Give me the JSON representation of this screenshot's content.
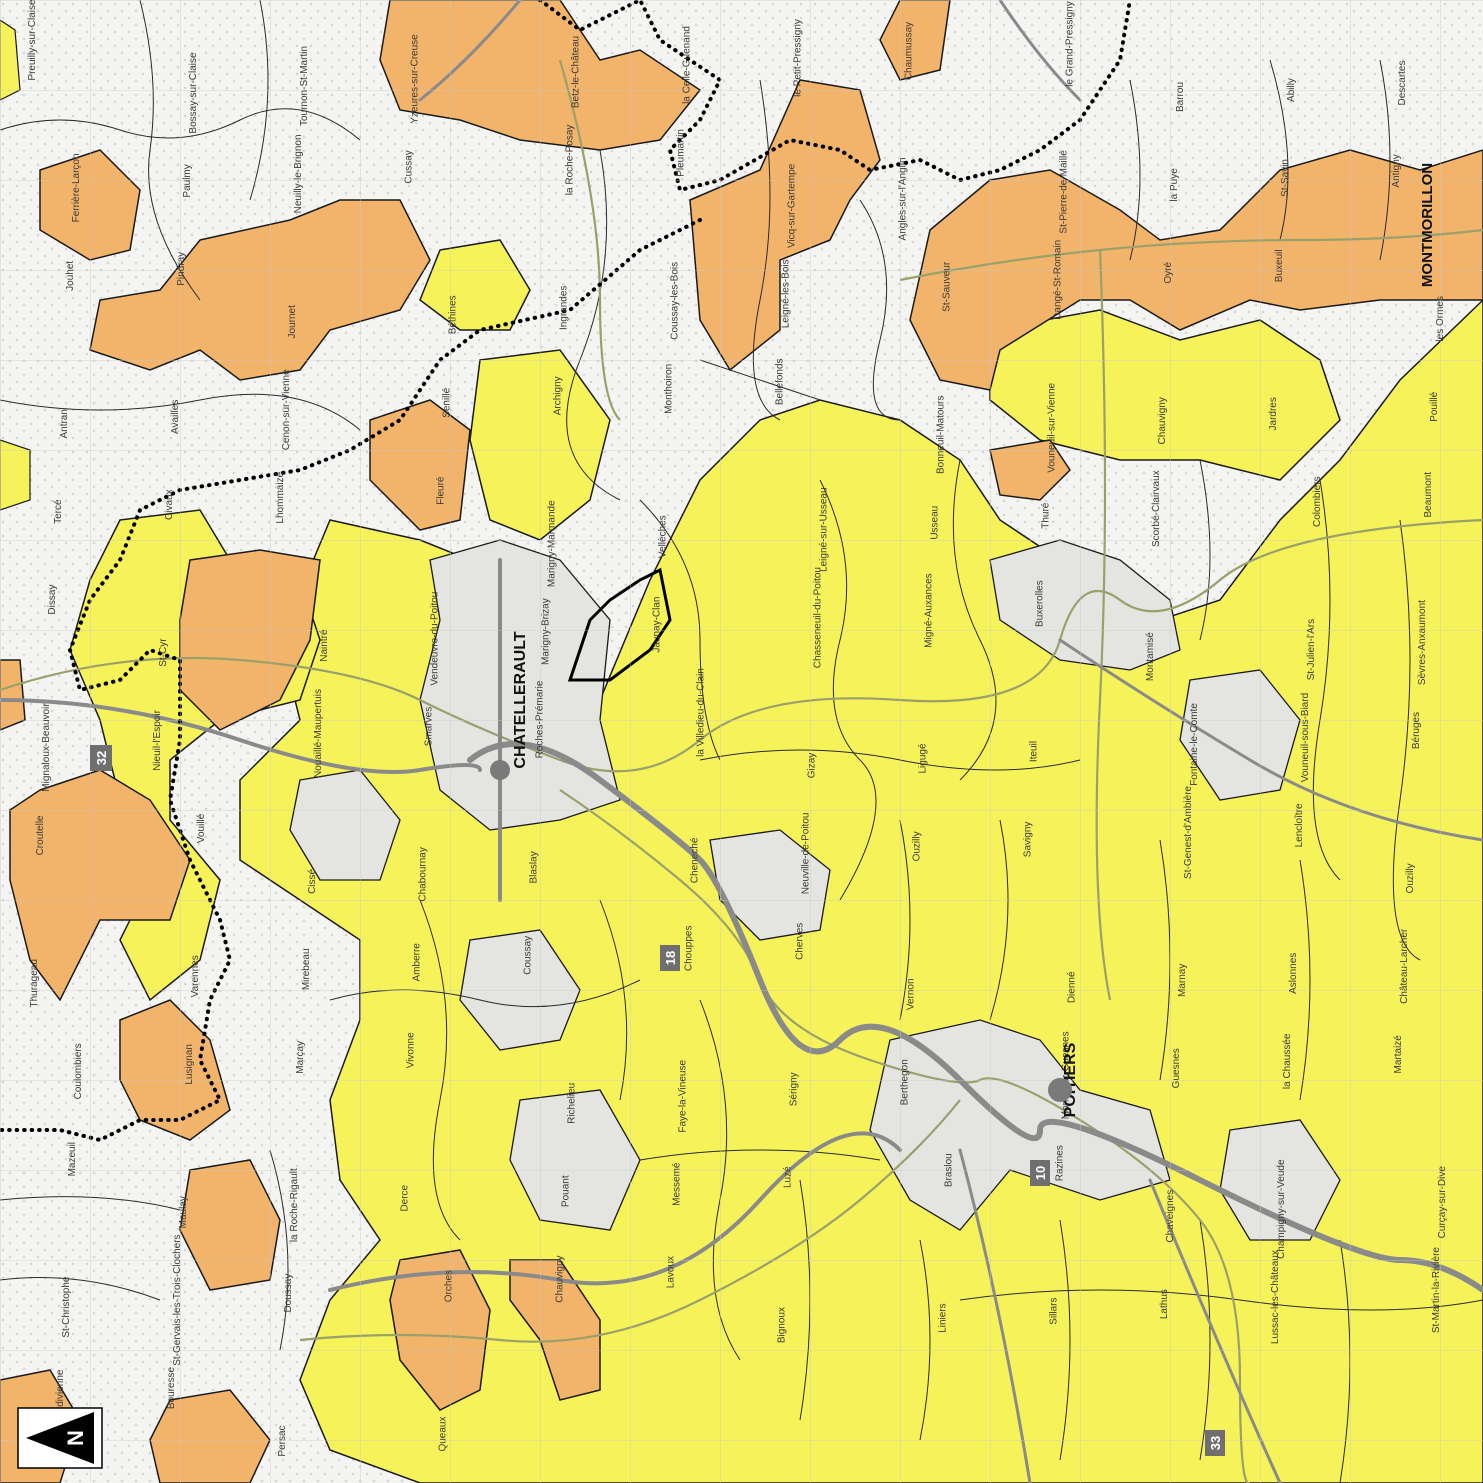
{
  "colors": {
    "background": "#f4f4f2",
    "yellow": "#f6f25a",
    "orange": "#f1b46a",
    "grey": "#dcdcdc",
    "border": "#1a1a1a",
    "road": "#8a8a8a",
    "river": "#9aa06a",
    "boundary": "#000000"
  },
  "north_arrow": {
    "symbol": "N"
  },
  "cities": [
    {
      "id": "chatellerault",
      "name": "CHATELLERAULT"
    },
    {
      "id": "poitiers",
      "name": "POITIERS"
    },
    {
      "id": "montmorillon",
      "name": "MONTMORILLON"
    }
  ],
  "road_numbers": [
    {
      "id": "r32",
      "label": "32"
    },
    {
      "id": "r18",
      "label": "18"
    },
    {
      "id": "r10",
      "label": "10"
    },
    {
      "id": "r33",
      "label": "33"
    }
  ],
  "places": [
    "Preuilly-sur-Claise",
    "Bossay-sur-Claise",
    "Tournon-St-Martin",
    "Yzeures-sur-Creuse",
    "Betz-le-Château",
    "la Celle-Guenand",
    "le Petit-Pressigny",
    "Chaumussay",
    "le Grand-Pressigny",
    "Barrou",
    "Abilly",
    "Descartes",
    "Ferrière-Larçon",
    "Paulmy",
    "Neuilly-le-Brignon",
    "Cussay",
    "la Roche-Posay",
    "Pleumartin",
    "Vicq-sur-Gartempe",
    "Angles-sur-l'Anglin",
    "St-Pierre-de-Maillé",
    "la Puye",
    "St-Savin",
    "Antigny",
    "Jouhet",
    "Pindray",
    "Journet",
    "Béthines",
    "Ingrandes",
    "Coussay-les-Bois",
    "Leigné-les-Bois",
    "St-Sauveur",
    "Dangé-St-Romain",
    "Oyré",
    "Buxeuil",
    "les Ormes",
    "Antran",
    "Availles",
    "Cenon-sur-Vienne",
    "Senillé",
    "Archigny",
    "Monthoiron",
    "Bellefonds",
    "Bonneuil-Matours",
    "Vouneuil-sur-Vienne",
    "Chauvigny",
    "Jardres",
    "Pouillé",
    "Tercé",
    "Civaux",
    "Lhommaizé",
    "Fleuré",
    "Marigny-Marmande",
    "Vellèches",
    "Leigné-sur-Usseau",
    "Usseau",
    "Thuré",
    "Scorbé-Clairvaux",
    "Colombiers",
    "Beaumont",
    "Dissay",
    "St-Cyr",
    "Naintré",
    "Vendeuvre-du-Poitou",
    "Marigny-Brizay",
    "Jaunay-Clan",
    "Chasseneuil-du-Poitou",
    "Migné-Auxances",
    "Buxerolles",
    "Montamisé",
    "St-Julien-l'Ars",
    "Sèvres-Anxaumont",
    "Mignaloux-Beauvoir",
    "Nieuil-l'Espoir",
    "Nouaillé-Maupertuis",
    "Smarves",
    "Roches-Prémarie",
    "la Villedieu-du-Clain",
    "Gizay",
    "Ligugé",
    "Iteuil",
    "Fontaine-le-Comte",
    "Vouneuil-sous-Biard",
    "Béruges",
    "Croutelle",
    "Vouillé",
    "Cissé",
    "Chabournay",
    "Blaslay",
    "Cheneché",
    "Neuville-de-Poitou",
    "Ouzilly",
    "Savigny",
    "St-Genest-d'Ambière",
    "Lencloître",
    "Ouzilly",
    "Thurageau",
    "Varennes",
    "Mirebeau",
    "Amberre",
    "Coussay",
    "Chouppes",
    "Cherves",
    "Vernon",
    "Dienné",
    "Marnay",
    "Aslonnes",
    "Château-Larcher",
    "Coulombiers",
    "Lusignan",
    "Marçay",
    "Vivonne",
    "Richelieu",
    "Faye-la-Vineuse",
    "Sérigny",
    "Berthegon",
    "Monts-sur-Guesnes",
    "Guesnes",
    "la Chaussée",
    "Martaizé",
    "Mazeuil",
    "Maulay",
    "la Roche-Rigault",
    "Derce",
    "Pouant",
    "Messemé",
    "Luzé",
    "Braslou",
    "Razines",
    "Chaveignes",
    "Champigny-sur-Veude",
    "Curçay-sur-Dive",
    "St-Christophe",
    "St-Gervais-les-Trois-Clochers",
    "Doussay",
    "Orches",
    "Chauvigny",
    "Lavoux",
    "Bignoux",
    "Liniers",
    "Sillars",
    "Lathus",
    "Lussac-les-Châteaux",
    "St-Martin-la-Rivière",
    "Valdivienne",
    "Bouresse",
    "Persac",
    "Queaux"
  ]
}
